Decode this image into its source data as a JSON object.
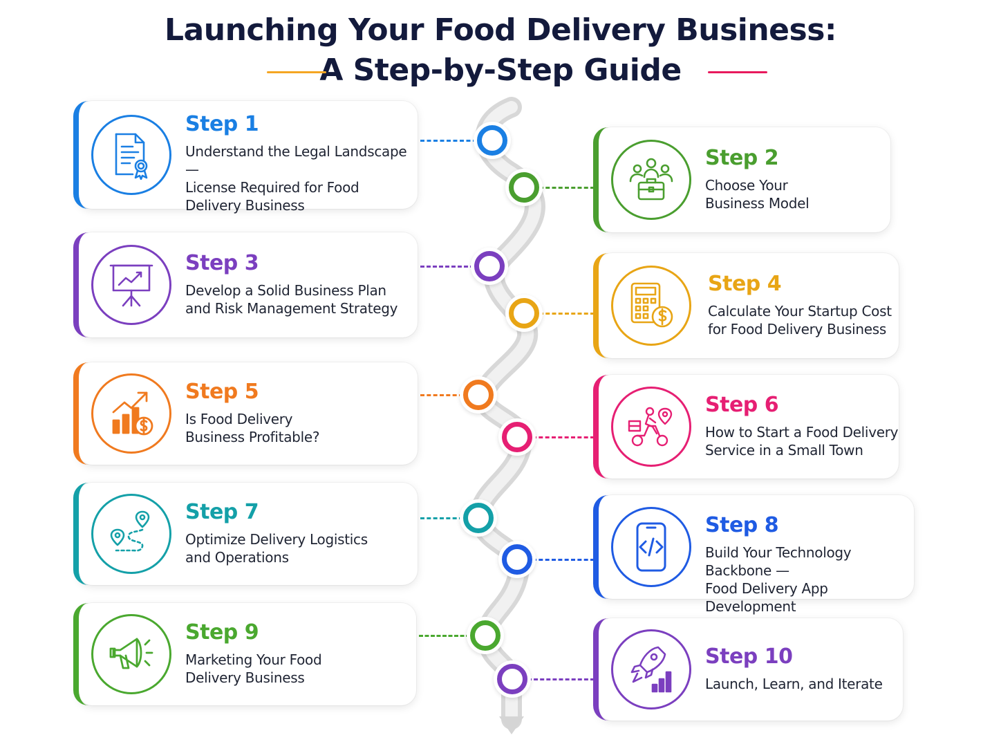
{
  "title": {
    "line1": "Launching Your Food Delivery Business:",
    "line2": "A Step-by-Step Guide",
    "rule_left_color": "#f5a623",
    "rule_right_color": "#e8195c"
  },
  "steps": [
    {
      "label": "Step 1",
      "lines": [
        "Understand the Legal Landscape —",
        "License Required for Food",
        "Delivery Business"
      ],
      "color": "#1a7fe3",
      "icon": "certificate-document-icon"
    },
    {
      "label": "Step 2",
      "lines": [
        "Choose Your",
        "Business Model"
      ],
      "color": "#4a9e2f",
      "icon": "team-briefcase-icon"
    },
    {
      "label": "Step 3",
      "lines": [
        "Develop a Solid Business Plan",
        "and Risk Management Strategy"
      ],
      "color": "#7b3fbf",
      "icon": "presentation-board-icon"
    },
    {
      "label": "Step 4",
      "lines": [
        "Calculate Your Startup Cost",
        "for Food Delivery Business"
      ],
      "color": "#e8a515",
      "icon": "calculator-dollar-icon"
    },
    {
      "label": "Step 5",
      "lines": [
        "Is Food Delivery",
        "Business Profitable?"
      ],
      "color": "#f07a1f",
      "icon": "growth-chart-icon"
    },
    {
      "label": "Step 6",
      "lines": [
        "How to Start a Food Delivery",
        "Service in a Small Town"
      ],
      "color": "#e61f73",
      "icon": "delivery-scooter-icon"
    },
    {
      "label": "Step 7",
      "lines": [
        "Optimize Delivery Logistics",
        "and Operations"
      ],
      "color": "#14a0a8",
      "icon": "route-map-icon"
    },
    {
      "label": "Step 8",
      "lines": [
        "Build Your Technology Backbone —",
        "Food Delivery App Development"
      ],
      "color": "#1f5be3",
      "icon": "mobile-code-icon"
    },
    {
      "label": "Step 9",
      "lines": [
        "Marketing Your Food",
        "Delivery Business"
      ],
      "color": "#4aa82f",
      "icon": "megaphone-icon"
    },
    {
      "label": "Step 10",
      "lines": [
        "Launch, Learn, and Iterate"
      ],
      "color": "#7b3fbf",
      "icon": "rocket-growth-icon"
    }
  ]
}
